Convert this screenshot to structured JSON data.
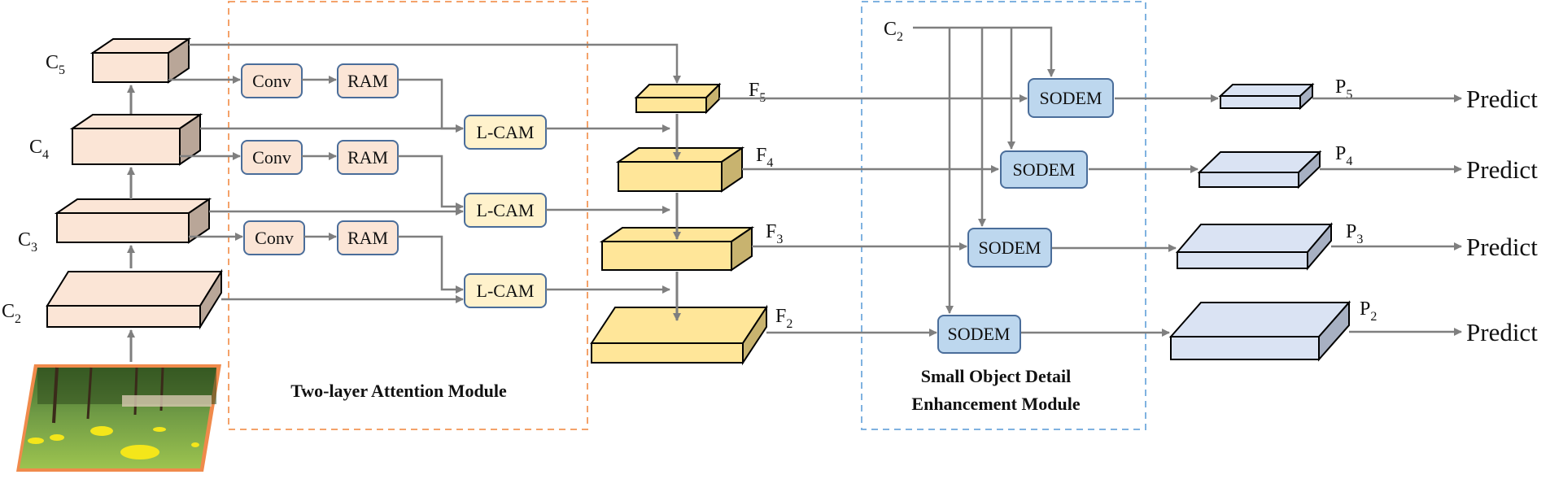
{
  "backbone": {
    "c5": {
      "main": "C",
      "sub": "5"
    },
    "c4": {
      "main": "C",
      "sub": "4"
    },
    "c3": {
      "main": "C",
      "sub": "3"
    },
    "c2": {
      "main": "C",
      "sub": "2"
    }
  },
  "attention_module": {
    "title": "Two-layer Attention Module",
    "conv_label": "Conv",
    "ram_label": "RAM",
    "lcam_label": "L-CAM"
  },
  "fusion": {
    "f5": {
      "main": "F",
      "sub": "5"
    },
    "f4": {
      "main": "F",
      "sub": "4"
    },
    "f3": {
      "main": "F",
      "sub": "3"
    },
    "f2": {
      "main": "F",
      "sub": "2"
    }
  },
  "sodem_module": {
    "title_line1": "Small Object Detail",
    "title_line2": "Enhancement Module",
    "input": {
      "main": "C",
      "sub": "2"
    },
    "block_label": "SODEM"
  },
  "outputs": {
    "p5": {
      "main": "P",
      "sub": "5"
    },
    "p4": {
      "main": "P",
      "sub": "4"
    },
    "p3": {
      "main": "P",
      "sub": "3"
    },
    "p2": {
      "main": "P",
      "sub": "2"
    },
    "predict_label": "Predict"
  },
  "colors": {
    "backbone_fill": "#fbe5d6",
    "fusion_fill": "#ffe699",
    "output_fill": "#dae3f3",
    "block_orange": "#fbe5d6",
    "block_yellow": "#fff2cc",
    "block_blue": "#bdd7ee",
    "block_stroke": "#4a6d9a",
    "attention_border": "#f4a26a",
    "sodem_border": "#7fb2e0",
    "arrow": "#7f7f7f"
  }
}
